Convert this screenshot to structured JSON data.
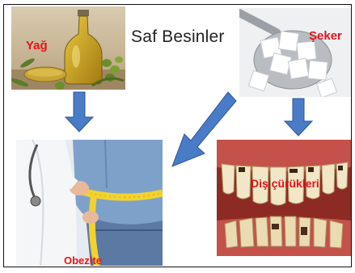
{
  "diagram": {
    "title": "Saf Besinler",
    "labels": {
      "oil": "Yağ",
      "sugar": "Şeker",
      "obesity": "Obezite",
      "tooth_decay": "Diş çürükleri"
    },
    "colors": {
      "label": "#e4141b",
      "arrow_fill": "#4a7bc7",
      "arrow_stroke": "#2f5597"
    },
    "images": [
      "olive-oil-bottle",
      "sugar-cubes-spoon",
      "waist-measurement",
      "decayed-teeth"
    ]
  }
}
